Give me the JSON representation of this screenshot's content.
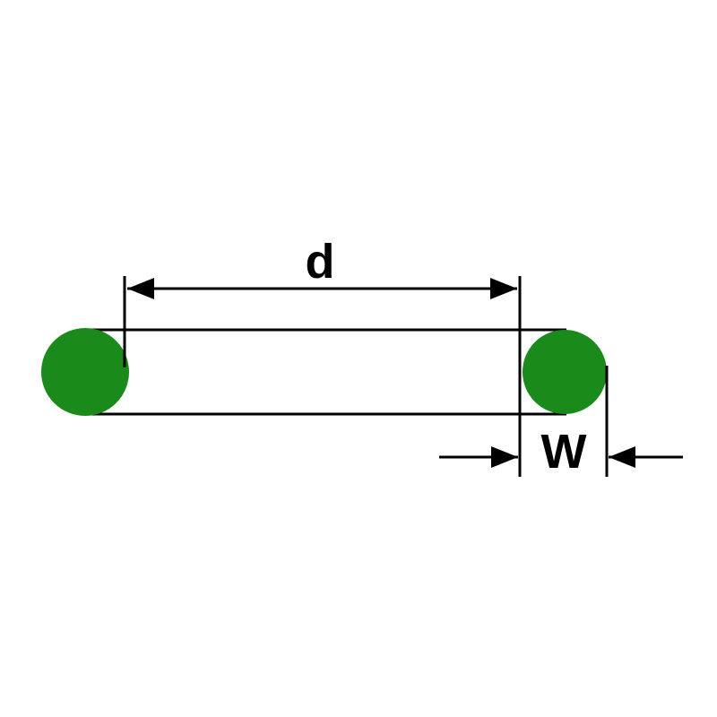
{
  "diagram": {
    "type": "o-ring-cross-section-dimension-drawing",
    "labels": {
      "inner_diameter": "d",
      "cross_section_width": "W"
    },
    "colors": {
      "oring_fill": "#1a8a1a",
      "line": "#000000",
      "background": "#ffffff"
    }
  }
}
